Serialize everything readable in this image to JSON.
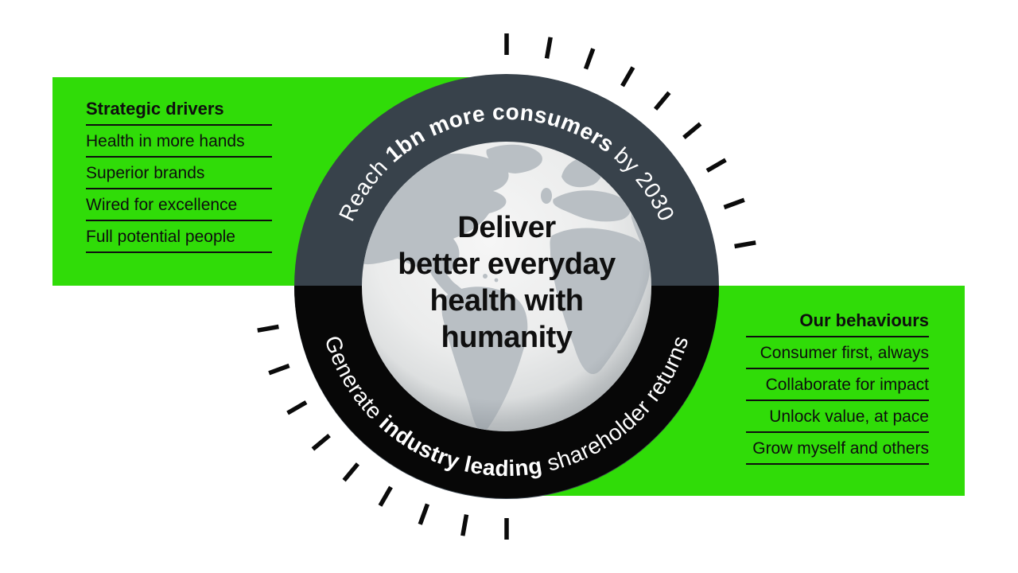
{
  "left_panel": {
    "heading": "Strategic drivers",
    "items": [
      "Health in more hands",
      "Superior brands",
      "Wired for excellence",
      "Full potential people"
    ]
  },
  "right_panel": {
    "heading": "Our behaviours",
    "items": [
      "Consumer first, always",
      "Collaborate for impact",
      "Unlock value, at pace",
      "Grow myself and others"
    ]
  },
  "ring": {
    "top_text": {
      "prefix": "Reach ",
      "bold": "1bn more consumers",
      "suffix": " by 2030"
    },
    "bottom_text": {
      "prefix": "Generate ",
      "bold": "industry leading",
      "suffix": " shareholder returns"
    }
  },
  "center": {
    "lines": [
      "Deliver",
      "better everyday",
      "health with",
      "humanity"
    ]
  },
  "colors": {
    "green": "#30DC08",
    "ring_top": "#38424B",
    "ring_bottom": "#070707",
    "globe_land": "#b9bfc4",
    "text_dark": "#0f0f0f",
    "ring_text": "#ffffff"
  }
}
